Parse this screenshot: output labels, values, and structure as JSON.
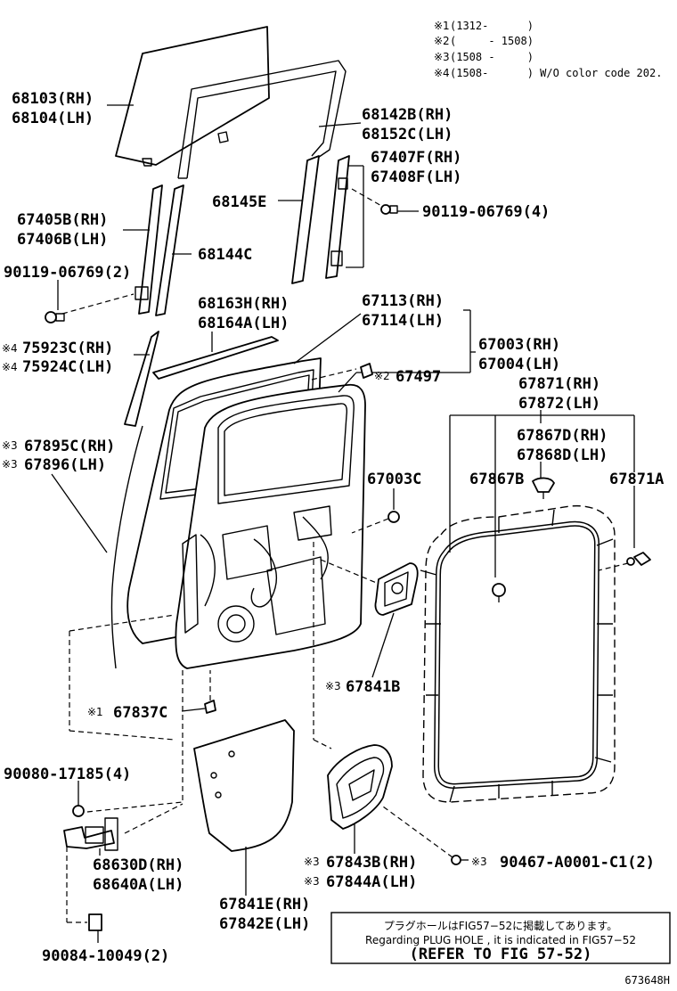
{
  "notes": [
    {
      "mark": "※1",
      "text": "(1312-      )"
    },
    {
      "mark": "※2",
      "text": "(     - 1508)"
    },
    {
      "mark": "※3",
      "text": "(1508 -     )"
    },
    {
      "mark": "※4",
      "text": "(1508-      ) W/O color code 202."
    }
  ],
  "labels": {
    "l68103": "68103(RH)",
    "l68104": "68104(LH)",
    "l68142b": "68142B(RH)",
    "l68152c": "68152C(LH)",
    "l67407f": "67407F(RH)",
    "l67408f": "67408F(LH)",
    "l68145e": "68145E",
    "l90119a": "90119-06769(4)",
    "l67405b": "67405B(RH)",
    "l67406b": "67406B(LH)",
    "l68144c": "68144C",
    "l90119b": "90119-06769(2)",
    "l68163h": "68163H(RH)",
    "l68164a": "68164A(LH)",
    "l67113": "67113(RH)",
    "l67114": "67114(LH)",
    "l75923c_mark": "※4",
    "l75923c": "75923C(RH)",
    "l75924c_mark": "※4",
    "l75924c": "75924C(LH)",
    "l67003": "67003(RH)",
    "l67004": "67004(LH)",
    "l67497_mark": "※2",
    "l67497": "67497",
    "l67871": "67871(RH)",
    "l67872": "67872(LH)",
    "l67895c_mark": "※3",
    "l67895c": "67895C(RH)",
    "l67896_mark": "※3",
    "l67896": "67896(LH)",
    "l67867d": "67867D(RH)",
    "l67868d": "67868D(LH)",
    "l67003c": "67003C",
    "l67867b": "67867B",
    "l67871a": "67871A",
    "l67841b_mark": "※3",
    "l67841b": "67841B",
    "l67837c_mark": "※1",
    "l67837c": "67837C",
    "l90080": "90080-17185(4)",
    "l68630d": "68630D(RH)",
    "l68640a": "68640A(LH)",
    "l67843b_mark": "※3",
    "l67843b": "67843B(RH)",
    "l67844a_mark": "※3",
    "l67844a": "67844A(LH)",
    "l90467_mark": "※3",
    "l90467": "90467-A0001-C1(2)",
    "l67841e": "67841E(RH)",
    "l67842e": "67842E(LH)",
    "l90084": "90084-10049(2)"
  },
  "infobox": {
    "line1": "プラグホールはFIG57−52に掲載してあります。",
    "line2": "Regarding PLUG HOLE , it is indicated in FIG57−52",
    "line3": "(REFER TO FIG 57-52)"
  },
  "figure_id": "673648H"
}
